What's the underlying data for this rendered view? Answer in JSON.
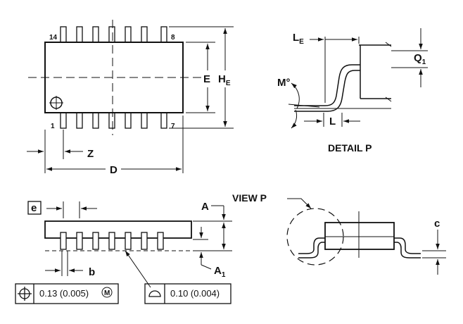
{
  "top_view": {
    "pin_labels": [
      "14",
      "8",
      "1",
      "7"
    ],
    "dims": {
      "E": "E",
      "HE": "H",
      "HE_sub": "E",
      "D": "D",
      "Z": "Z"
    }
  },
  "detail_view": {
    "LE": "L",
    "LE_sub": "E",
    "Q1": "Q",
    "Q1_sub": "1",
    "M": "M°",
    "L": "L",
    "title": "DETAIL P"
  },
  "side_view": {
    "e": "e",
    "b": "b",
    "A": "A",
    "A1": "A",
    "A1_sub": "1",
    "tolerance_1": "0.13 (0.005)",
    "tolerance_1_modifier": "M",
    "tolerance_2": "0.10 (0.004)"
  },
  "end_view": {
    "title": "VIEW P",
    "c": "c"
  }
}
